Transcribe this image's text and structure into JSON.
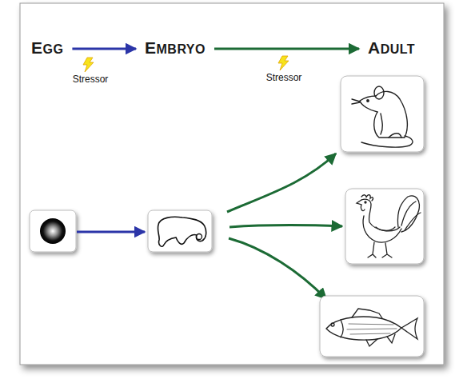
{
  "diagram": {
    "nodes": [
      {
        "text": [
          "EGG"
        ]
      },
      {
        "text": [
          "EMBRYO"
        ]
      },
      {
        "text": [
          "ADULT"
        ]
      }
    ],
    "edges": [
      {
        "from": 0,
        "to": 1,
        "arrow": "to"
      },
      {
        "from": 1,
        "to": 2,
        "arrow": "to"
      }
    ],
    "labels": [
      "Stressor",
      "Stressor"
    ]
  }
}
